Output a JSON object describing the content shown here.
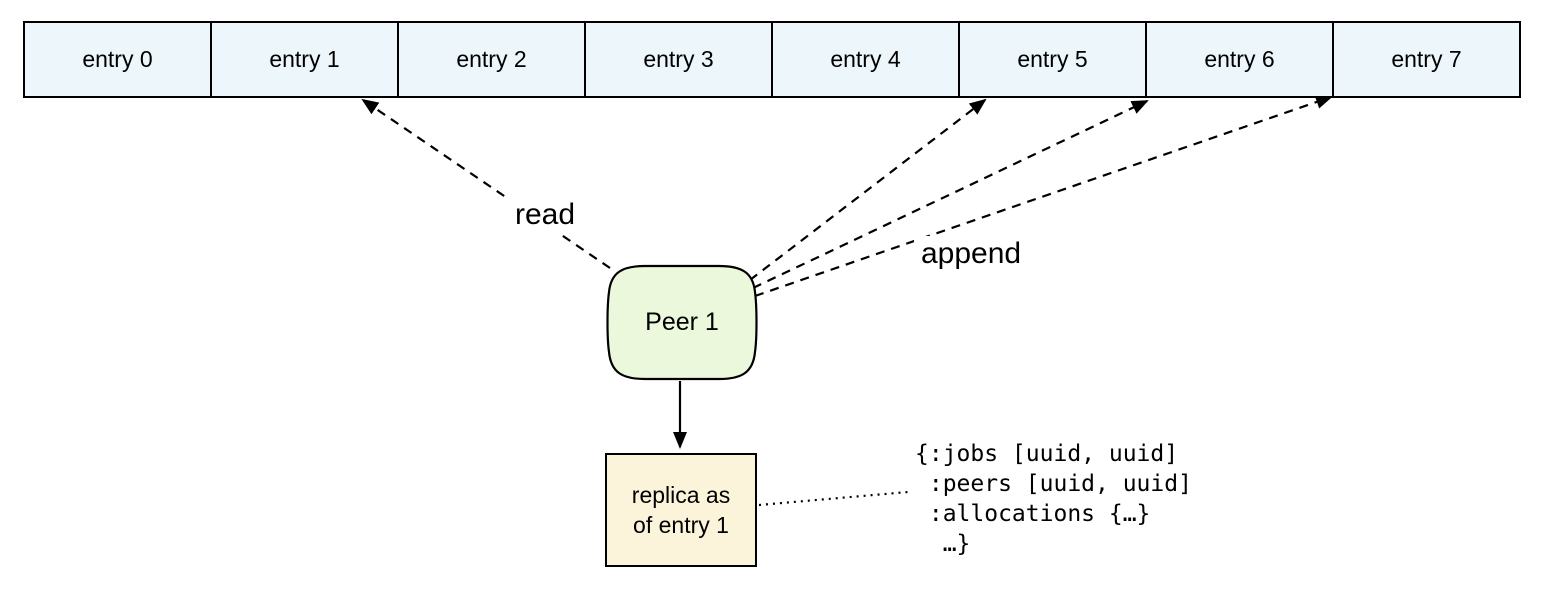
{
  "log": {
    "entries": [
      "entry 0",
      "entry 1",
      "entry 2",
      "entry 3",
      "entry 4",
      "entry 5",
      "entry 6",
      "entry 7"
    ]
  },
  "peer": {
    "label": "Peer 1"
  },
  "replica": {
    "line1": "replica as",
    "line2": "of entry 1"
  },
  "edge_labels": {
    "read": "read",
    "append": "append"
  },
  "state": {
    "code": "{:jobs [uuid, uuid]\n :peers [uuid, uuid]\n :allocations {…}\n  …}"
  },
  "colors": {
    "entry_fill": "#edf7fb",
    "peer_fill": "#ecf8dc",
    "replica_fill": "#fbf4da",
    "stroke": "#000000"
  }
}
